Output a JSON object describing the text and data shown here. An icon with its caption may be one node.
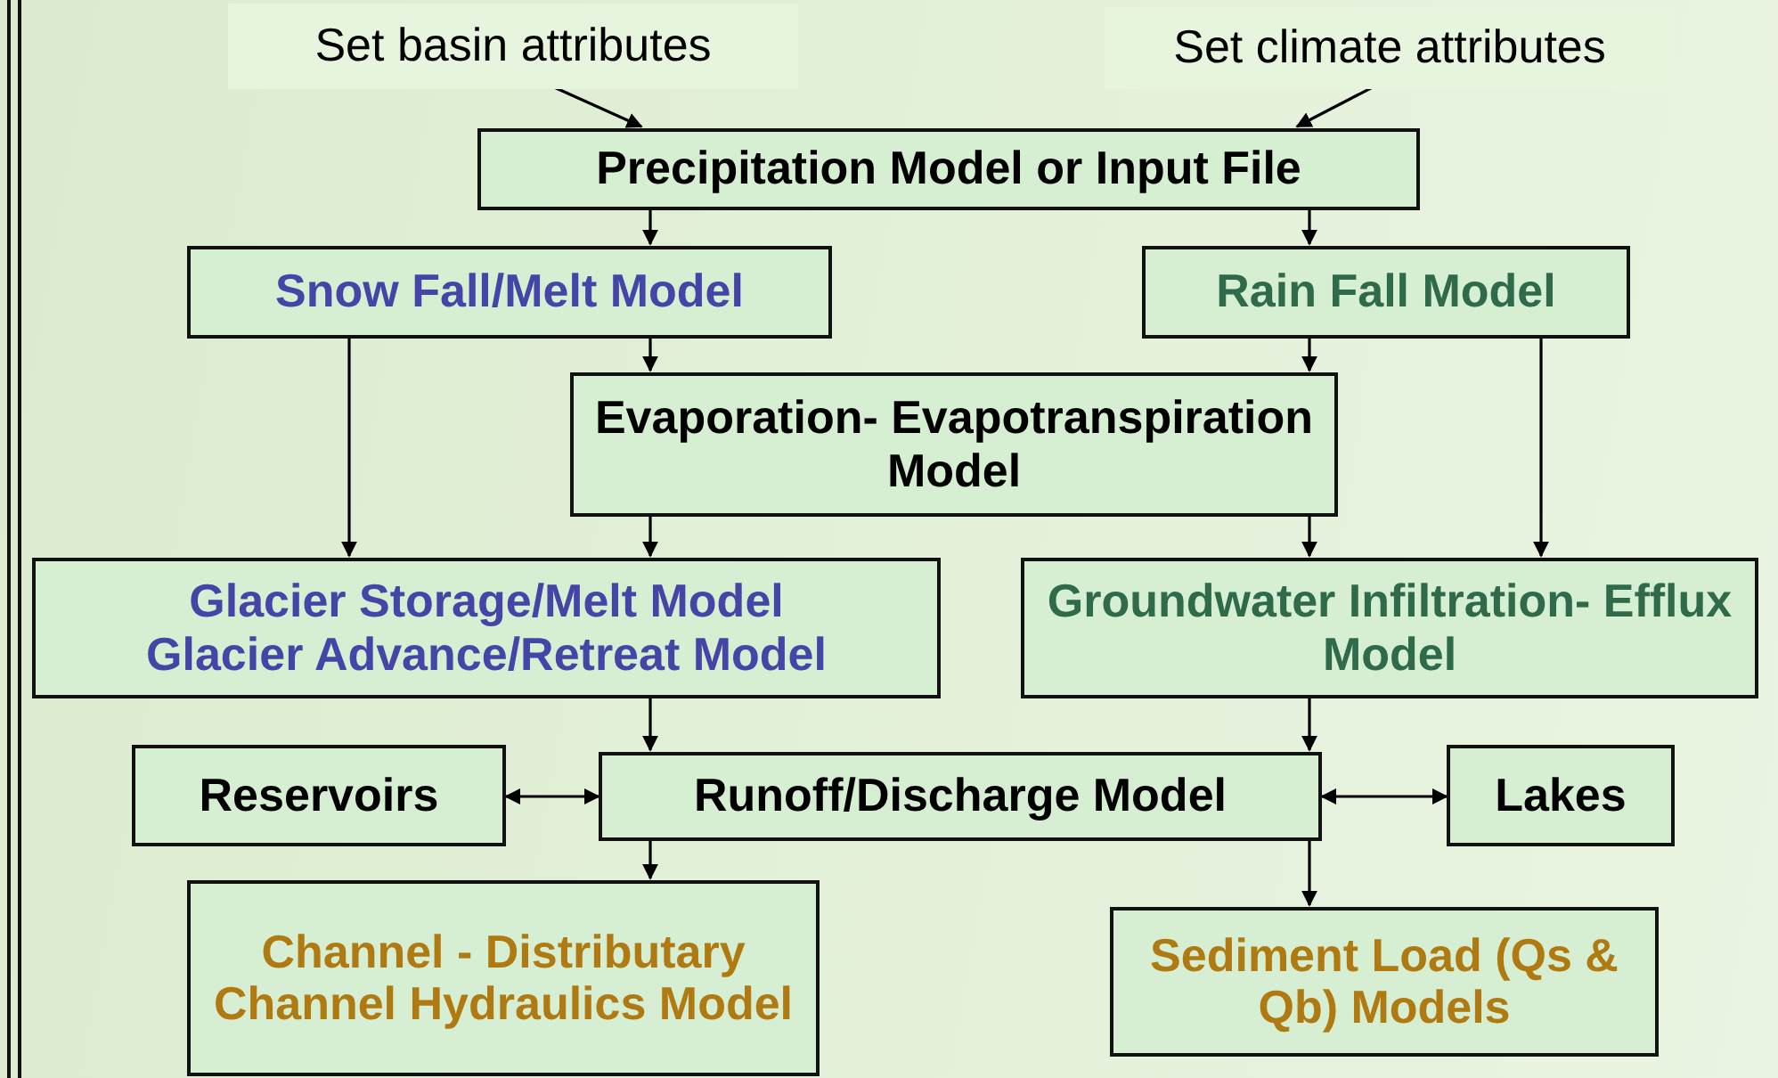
{
  "diagram": {
    "nodes": [
      {
        "text": [
          "Set  basin attributes"
        ]
      },
      {
        "text": [
          "Set climate attributes"
        ]
      },
      {
        "text": [
          "Precipitation Model or Input File"
        ]
      },
      {
        "text": [
          "Snow Fall/Melt Model"
        ]
      },
      {
        "text": [
          "Rain Fall Model"
        ]
      },
      {
        "text": [
          "Evaporation- Evapotranspiration Model"
        ]
      },
      {
        "text": [
          "Glacier Storage/Melt Model",
          "Glacier Advance/Retreat Model"
        ]
      },
      {
        "text": [
          "Groundwater Infiltration- Efflux Model"
        ]
      },
      {
        "text": [
          "Reservoirs"
        ]
      },
      {
        "text": [
          "Runoff/Discharge Model"
        ]
      },
      {
        "text": [
          "Lakes"
        ]
      },
      {
        "text": [
          "Channel - Distributary Channel Hydraulics Model"
        ]
      },
      {
        "text": [
          "Sediment Load (Qs & Qb) Models"
        ]
      }
    ],
    "edges": [
      {
        "from": 0,
        "to": 2,
        "arrow": "to"
      },
      {
        "from": 1,
        "to": 2,
        "arrow": "to"
      },
      {
        "from": 2,
        "to": 3,
        "arrow": "to"
      },
      {
        "from": 2,
        "to": 4,
        "arrow": "to"
      },
      {
        "from": 3,
        "to": 6,
        "arrow": "to"
      },
      {
        "from": 3,
        "to": 5,
        "arrow": "to"
      },
      {
        "from": 4,
        "to": 5,
        "arrow": "to"
      },
      {
        "from": 4,
        "to": 7,
        "arrow": "to"
      },
      {
        "from": 5,
        "to": 6,
        "arrow": "to"
      },
      {
        "from": 5,
        "to": 7,
        "arrow": "to"
      },
      {
        "from": 6,
        "to": 9,
        "arrow": "to"
      },
      {
        "from": 7,
        "to": 9,
        "arrow": "to"
      },
      {
        "from": 9,
        "to": 8,
        "arrow": "both"
      },
      {
        "from": 9,
        "to": 10,
        "arrow": "both"
      },
      {
        "from": 9,
        "to": 11,
        "arrow": "to"
      },
      {
        "from": 9,
        "to": 12,
        "arrow": "to"
      }
    ]
  }
}
